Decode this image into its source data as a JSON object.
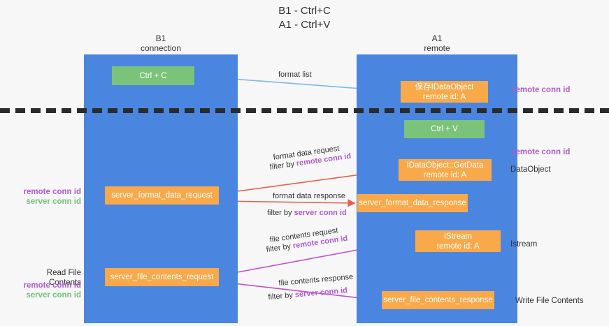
{
  "title": "B1 - Ctrl+C\nA1 - Ctrl+V",
  "columns": {
    "left": {
      "header": "B1\nconnection"
    },
    "right": {
      "header": "A1\nremote"
    }
  },
  "nodes": {
    "ctrl_c": {
      "label": "Ctrl + C",
      "color": "#7ac37a"
    },
    "save_idataobject": {
      "label": "保存IDataObject\nremote id: A",
      "color": "#f9a94a"
    },
    "ctrl_v": {
      "label": "Ctrl + V",
      "color": "#7ac37a"
    },
    "getdata": {
      "label": "IDataObject::GetData\nremote id: A",
      "color": "#f9a94a"
    },
    "server_format_data_request": {
      "label": "server_format_data_request",
      "color": "#f9a94a"
    },
    "server_format_data_response": {
      "label": "server_format_data_response",
      "color": "#f9a94a"
    },
    "istream": {
      "label": "IStream\nremote id: A",
      "color": "#f9a94a"
    },
    "server_file_contents_request": {
      "label": "server_file_contents_request",
      "color": "#f9a94a"
    },
    "server_file_contents_response": {
      "label": "server_file_contents_response",
      "color": "#f9a94a"
    }
  },
  "edges": {
    "format_list": {
      "label": "format list",
      "color": "#7fb8e8"
    },
    "format_data_request": {
      "label": "format data request",
      "filter_prefix": "filter by ",
      "filter_id": "remote conn id",
      "color": "#e8604c"
    },
    "format_data_response": {
      "label": "format data response",
      "filter_prefix": "filter by ",
      "filter_id": "server conn id",
      "color": "#e8604c"
    },
    "file_contents_request": {
      "label": "file contents request",
      "filter_prefix": "filter by ",
      "filter_id": "remote conn id",
      "color": "#c44fd0"
    },
    "file_contents_response": {
      "label": "file contents response",
      "filter_prefix": "filter by ",
      "filter_id": "server conn id",
      "color": "#c44fd0"
    }
  },
  "annotations": {
    "right": {
      "remote_conn_id_top": "remote conn id",
      "remote_conn_id_mid": "remote conn id",
      "dataobject": "DataObject",
      "istream": "Istream",
      "write_file_contents": "Write File Contents"
    },
    "left": {
      "remote_conn_id_mid": "remote conn id",
      "server_conn_id_mid": "server conn id",
      "read_file_contents": "Read File Contents",
      "remote_conn_id_bottom": "remote conn id",
      "server_conn_id_bottom": "server conn id"
    }
  },
  "colors": {
    "lane": "#4a86e0",
    "green_node": "#7ac37a",
    "orange_node": "#f9a94a",
    "remote_id_text": "#b05ad0",
    "server_id_text_green": "#74c17a",
    "divider": "#2b2b2b",
    "background": "#f7f7f7"
  }
}
